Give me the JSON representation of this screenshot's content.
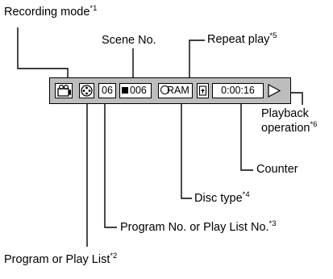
{
  "labels": {
    "recording_mode": "Recording mode",
    "recording_mode_note": "*1",
    "scene_no": "Scene No.",
    "repeat_play": "Repeat play",
    "repeat_play_note": "*5",
    "playback_operation_line1": "Playback",
    "playback_operation_line2": "operation",
    "playback_operation_note": "*6",
    "counter": "Counter",
    "disc_type": "Disc type",
    "disc_type_note": "*4",
    "program_no": "Program No. or Play List No.",
    "program_no_note": "*3",
    "program_or_playlist": "Program or Play List",
    "program_or_playlist_note": "*2"
  },
  "display": {
    "program_number": "06",
    "scene_number": "006",
    "disc_type": "RAM",
    "counter": "0:00:16"
  },
  "icons": {
    "recording_mode": "camera-icon",
    "program_or_playlist": "program-icon",
    "scene": "scene-square-icon",
    "disc": "disc-icon",
    "repeat": "repeat-icon",
    "playback": "play-triangle-icon"
  },
  "colors": {
    "bar_background": "#bdbdbd",
    "cell_background": "#ffffff",
    "line": "#000000"
  }
}
